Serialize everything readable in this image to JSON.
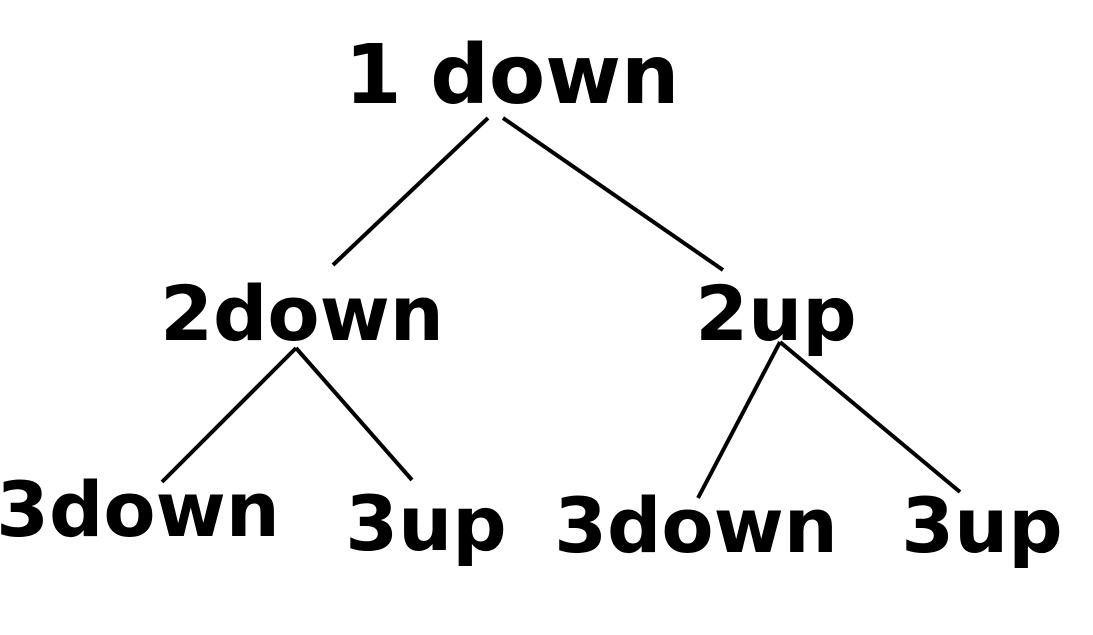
{
  "diagram": {
    "type": "tree",
    "nodes": [
      {
        "id": "n1",
        "label": "1 down",
        "level": 1
      },
      {
        "id": "n2",
        "label": "2down",
        "level": 2
      },
      {
        "id": "n3",
        "label": "2up",
        "level": 2
      },
      {
        "id": "n4",
        "label": "3down",
        "level": 3
      },
      {
        "id": "n5",
        "label": "3up",
        "level": 3
      },
      {
        "id": "n6",
        "label": "3down",
        "level": 3
      },
      {
        "id": "n7",
        "label": "3up",
        "level": 3
      }
    ],
    "edges": [
      {
        "from": "n1",
        "to": "n2"
      },
      {
        "from": "n1",
        "to": "n3"
      },
      {
        "from": "n2",
        "to": "n4"
      },
      {
        "from": "n2",
        "to": "n5"
      },
      {
        "from": "n3",
        "to": "n6"
      },
      {
        "from": "n3",
        "to": "n7"
      }
    ],
    "colors": {
      "text": "#000000",
      "line": "#000000",
      "background": "#ffffff"
    }
  }
}
